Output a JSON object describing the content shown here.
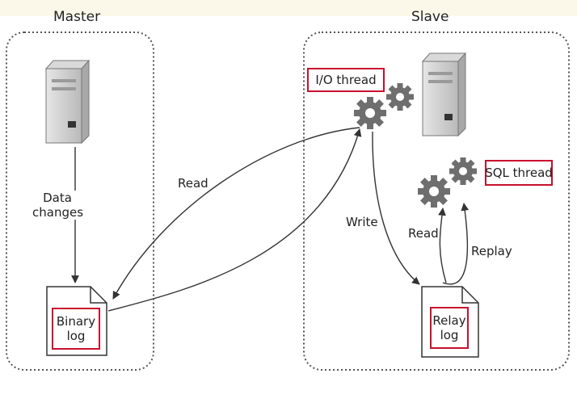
{
  "master": {
    "title": "Master",
    "data_changes": [
      "Data",
      "changes"
    ],
    "binary_log": [
      "Binary",
      "log"
    ]
  },
  "slave": {
    "title": "Slave",
    "io_thread": "I/O thread",
    "sql_thread": "SQL thread",
    "relay_log": [
      "Relay",
      "log"
    ]
  },
  "arrows": {
    "read_master": "Read",
    "write": "Write",
    "read_slave": "Read",
    "replay": "Replay"
  },
  "colors": {
    "highlight": "#c8102e",
    "gear": "#6e6e6e",
    "server": "#cfcfcf",
    "line": "#333333"
  }
}
